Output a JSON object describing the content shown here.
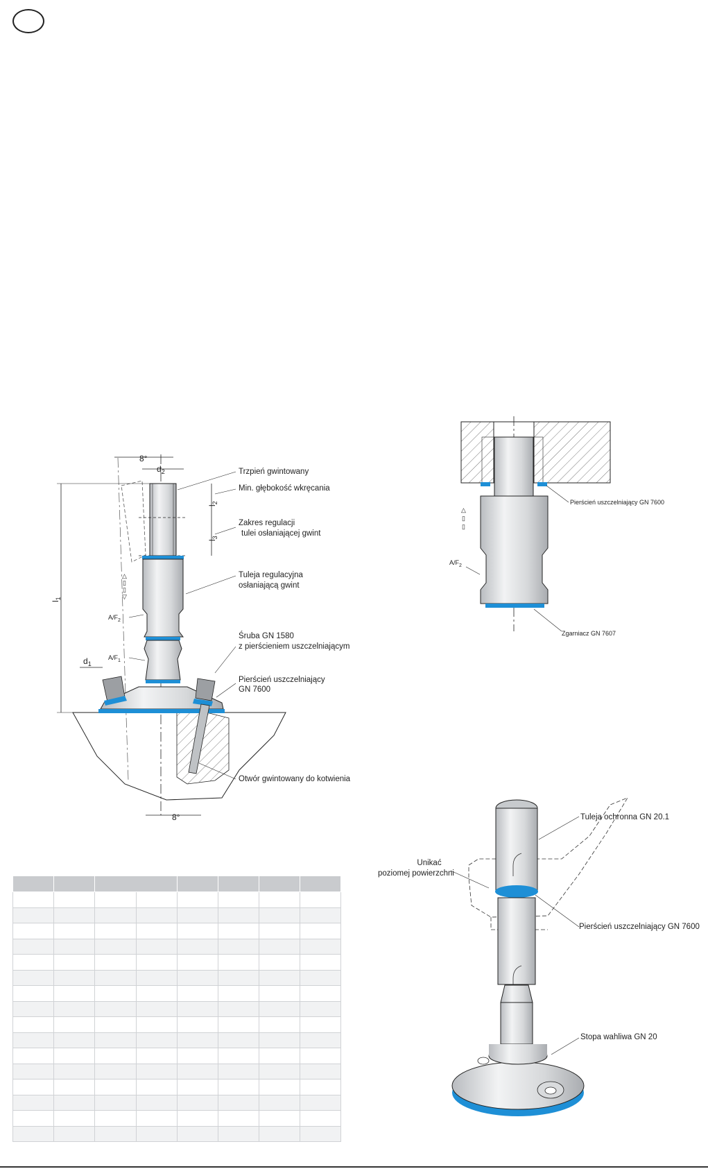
{
  "badge": "",
  "drawing1": {
    "angle_top": "8°",
    "angle_bottom": "8°",
    "d2": "d",
    "d2_sub": "2",
    "d1": "d",
    "d1_sub": "1",
    "l1": "l",
    "l1_sub": "1",
    "l2": "l",
    "l2_sub": "2",
    "l3": "l",
    "l3_sub": "3",
    "af2": "A/F",
    "af2_sub": "2",
    "af1": "A/F",
    "af1_sub": "1",
    "labels": {
      "threaded_stud": "Trzpień gwintowany",
      "min_depth": "Min. głębokość wkręcania",
      "adj_range_1": "Zakres regulacji",
      "adj_range_2": "tulei osłaniającej gwint",
      "sleeve_1": "Tuleja regulacyjna",
      "sleeve_2": "osłaniającą gwint",
      "screw_1": "Śruba GN 1580",
      "screw_2": "z pierścieniem uszczelniającym",
      "ring_1": "Pierścień uszczelniający",
      "ring_2": "GN 7600",
      "hole": "Otwór gwintowany do kotwienia"
    }
  },
  "drawing2": {
    "af2": "A/F",
    "af2_sub": "2",
    "ring": "Pierścień uszczelniający GN 7600",
    "scraper": "Zgarniacz GN 7607"
  },
  "drawing3": {
    "sleeve": "Tuleja ochronna GN 20.1",
    "avoid_1": "Unikać",
    "avoid_2": "poziomej powierzchni",
    "ring": "Pierścień uszczelniający GN 7600",
    "foot": "Stopa wahliwa GN 20"
  },
  "table": {
    "columns": 8,
    "header_cells": [
      "",
      "",
      "",
      "",
      "",
      "",
      ""
    ],
    "rows": 16
  },
  "colors": {
    "accent": "#1e8fd6",
    "header": "#c9cbce",
    "line": "#222222"
  }
}
